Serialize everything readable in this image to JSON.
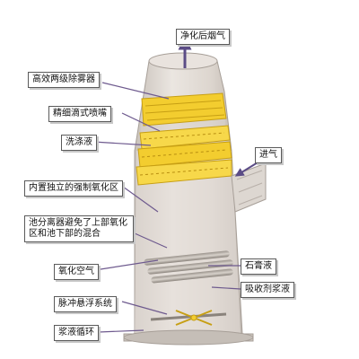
{
  "labels": {
    "clean_flue_gas": "净化后烟气",
    "demister": "高效两级除雾器",
    "nozzles": "精细滴式喷嘴",
    "wash_liquid": "洗涤液",
    "flue_gas_inlet": "进气",
    "oxidation_zone": "内置独立的强制氧化区",
    "pool_separator": "池分离器避免了上部氧化区和池下部的混合",
    "oxidation_air": "氧化空气",
    "gypsum_slurry": "石膏液",
    "absorbent_slurry": "吸收剂浆液",
    "pulse_suspension": "脉冲悬浮系统",
    "slurry_circulation": "浆液循环"
  },
  "colors": {
    "tower_body": "#e2dcd6",
    "spray_yellow": "#f3cd2f",
    "leader_line": "#6e5a8e",
    "arrow": "#5b4c86"
  }
}
